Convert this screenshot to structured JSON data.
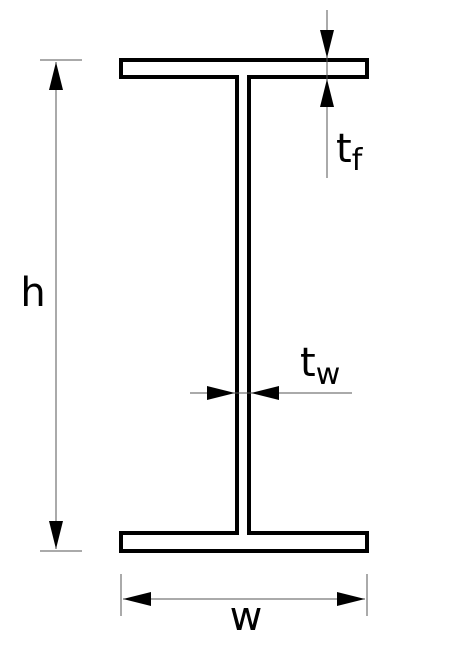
{
  "labels": {
    "height": "h",
    "width": "w",
    "flange_thickness": {
      "base": "t",
      "subscript": "f"
    },
    "web_thickness": {
      "base": "t",
      "subscript": "w"
    }
  },
  "colors": {
    "stroke": "#000000",
    "dimension_line": "#555555",
    "background": "#ffffff"
  }
}
